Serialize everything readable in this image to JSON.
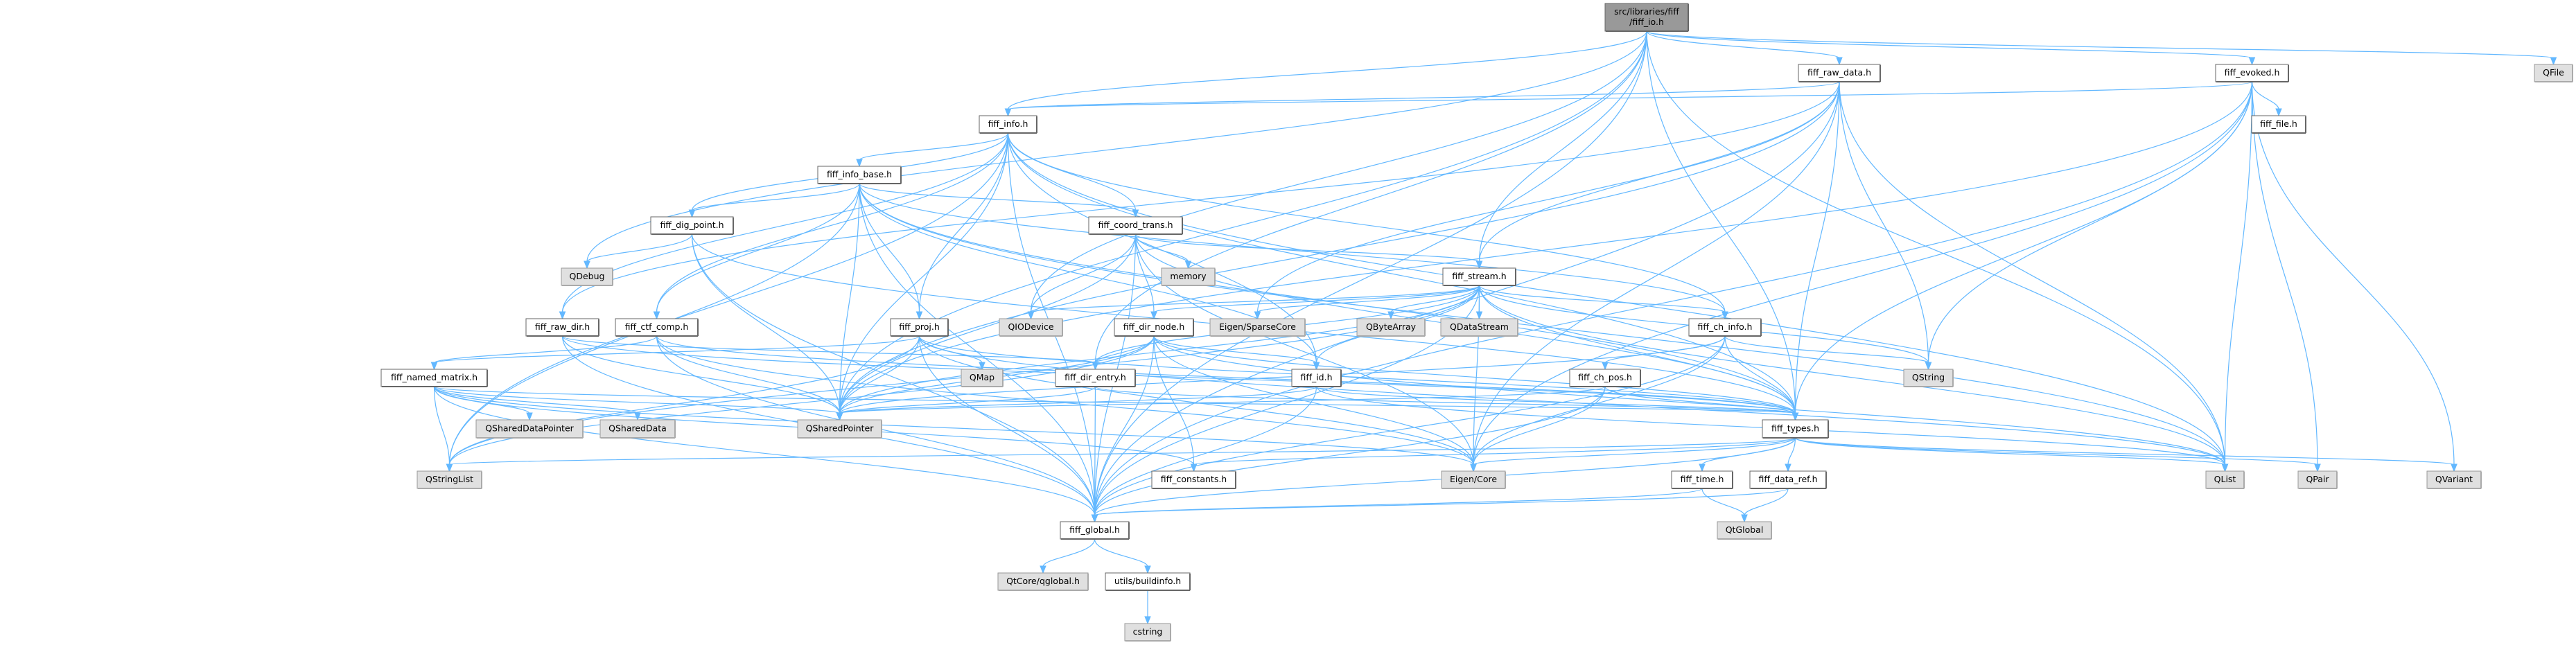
{
  "title": "src/libraries/fiff/fiff_io.h",
  "colors": {
    "edge": "#63b8ff",
    "root_fill": "#999999",
    "local_fill": "#ffffff",
    "system_fill": "#e0e0e0"
  },
  "nodes": [
    {
      "id": "fiff_io",
      "label": "src/libraries/fiff\n/fiff_io.h",
      "kind": "root"
    },
    {
      "id": "fiff_raw_data",
      "label": "fiff_raw_data.h",
      "kind": "local"
    },
    {
      "id": "fiff_evoked",
      "label": "fiff_evoked.h",
      "kind": "local"
    },
    {
      "id": "QFile",
      "label": "QFile",
      "kind": "sys"
    },
    {
      "id": "fiff_info",
      "label": "fiff_info.h",
      "kind": "local"
    },
    {
      "id": "fiff_file",
      "label": "fiff_file.h",
      "kind": "local"
    },
    {
      "id": "fiff_info_base",
      "label": "fiff_info_base.h",
      "kind": "local"
    },
    {
      "id": "fiff_dig_point",
      "label": "fiff_dig_point.h",
      "kind": "local"
    },
    {
      "id": "fiff_coord_trans",
      "label": "fiff_coord_trans.h",
      "kind": "local"
    },
    {
      "id": "QDebug",
      "label": "QDebug",
      "kind": "sys"
    },
    {
      "id": "memory",
      "label": "memory",
      "kind": "sys"
    },
    {
      "id": "fiff_stream",
      "label": "fiff_stream.h",
      "kind": "local"
    },
    {
      "id": "fiff_raw_dir",
      "label": "fiff_raw_dir.h",
      "kind": "local"
    },
    {
      "id": "fiff_ctf_comp",
      "label": "fiff_ctf_comp.h",
      "kind": "local"
    },
    {
      "id": "fiff_proj",
      "label": "fiff_proj.h",
      "kind": "local"
    },
    {
      "id": "QIODevice",
      "label": "QIODevice",
      "kind": "sys"
    },
    {
      "id": "fiff_dir_node",
      "label": "fiff_dir_node.h",
      "kind": "local"
    },
    {
      "id": "Eigen_SparseCore",
      "label": "Eigen/SparseCore",
      "kind": "sys"
    },
    {
      "id": "QByteArray",
      "label": "QByteArray",
      "kind": "sys"
    },
    {
      "id": "QDataStream",
      "label": "QDataStream",
      "kind": "sys"
    },
    {
      "id": "fiff_ch_info",
      "label": "fiff_ch_info.h",
      "kind": "local"
    },
    {
      "id": "fiff_named_matrix",
      "label": "fiff_named_matrix.h",
      "kind": "local"
    },
    {
      "id": "QMap",
      "label": "QMap",
      "kind": "sys"
    },
    {
      "id": "fiff_dir_entry",
      "label": "fiff_dir_entry.h",
      "kind": "local"
    },
    {
      "id": "fiff_id",
      "label": "fiff_id.h",
      "kind": "local"
    },
    {
      "id": "fiff_ch_pos",
      "label": "fiff_ch_pos.h",
      "kind": "local"
    },
    {
      "id": "QString",
      "label": "QString",
      "kind": "sys"
    },
    {
      "id": "QSharedDataPointer",
      "label": "QSharedDataPointer",
      "kind": "sys"
    },
    {
      "id": "QSharedData",
      "label": "QSharedData",
      "kind": "sys"
    },
    {
      "id": "QSharedPointer",
      "label": "QSharedPointer",
      "kind": "sys"
    },
    {
      "id": "fiff_types",
      "label": "fiff_types.h",
      "kind": "local"
    },
    {
      "id": "QStringList",
      "label": "QStringList",
      "kind": "sys"
    },
    {
      "id": "fiff_constants",
      "label": "fiff_constants.h",
      "kind": "local"
    },
    {
      "id": "Eigen_Core",
      "label": "Eigen/Core",
      "kind": "sys"
    },
    {
      "id": "fiff_time",
      "label": "fiff_time.h",
      "kind": "local"
    },
    {
      "id": "fiff_data_ref",
      "label": "fiff_data_ref.h",
      "kind": "local"
    },
    {
      "id": "QList",
      "label": "QList",
      "kind": "sys"
    },
    {
      "id": "QPair",
      "label": "QPair",
      "kind": "sys"
    },
    {
      "id": "QVariant",
      "label": "QVariant",
      "kind": "sys"
    },
    {
      "id": "fiff_global",
      "label": "fiff_global.h",
      "kind": "local"
    },
    {
      "id": "QtGlobal",
      "label": "QtGlobal",
      "kind": "sys"
    },
    {
      "id": "QtCore_qglobal",
      "label": "QtCore/qglobal.h",
      "kind": "sys"
    },
    {
      "id": "utils_buildinfo",
      "label": "utils/buildinfo.h",
      "kind": "local"
    },
    {
      "id": "cstring",
      "label": "cstring",
      "kind": "sys"
    }
  ],
  "edges": [
    [
      "fiff_io",
      "fiff_global"
    ],
    [
      "fiff_io",
      "fiff_info"
    ],
    [
      "fiff_io",
      "fiff_raw_data"
    ],
    [
      "fiff_io",
      "fiff_evoked"
    ],
    [
      "fiff_io",
      "fiff_stream"
    ],
    [
      "fiff_io",
      "QFile"
    ],
    [
      "fiff_io",
      "QList"
    ],
    [
      "fiff_io",
      "QIODevice"
    ],
    [
      "fiff_io",
      "QSharedPointer"
    ],
    [
      "fiff_io",
      "fiff_types"
    ],
    [
      "fiff_io",
      "QDebug"
    ],
    [
      "fiff_io",
      "fiff_dir_entry"
    ],
    [
      "fiff_raw_data",
      "fiff_info"
    ],
    [
      "fiff_raw_data",
      "fiff_types"
    ],
    [
      "fiff_raw_data",
      "fiff_stream"
    ],
    [
      "fiff_raw_data",
      "fiff_global"
    ],
    [
      "fiff_raw_data",
      "QList"
    ],
    [
      "fiff_raw_data",
      "QString"
    ],
    [
      "fiff_raw_data",
      "QSharedPointer"
    ],
    [
      "fiff_raw_data",
      "Eigen_Core"
    ],
    [
      "fiff_raw_data",
      "Eigen_SparseCore"
    ],
    [
      "fiff_raw_data",
      "fiff_raw_dir"
    ],
    [
      "fiff_evoked",
      "fiff_info"
    ],
    [
      "fiff_evoked",
      "fiff_file"
    ],
    [
      "fiff_evoked",
      "fiff_types"
    ],
    [
      "fiff_evoked",
      "fiff_global"
    ],
    [
      "fiff_evoked",
      "QList"
    ],
    [
      "fiff_evoked",
      "QPair"
    ],
    [
      "fiff_evoked",
      "QVariant"
    ],
    [
      "fiff_evoked",
      "QSharedPointer"
    ],
    [
      "fiff_evoked",
      "QString"
    ],
    [
      "fiff_evoked",
      "Eigen_Core"
    ],
    [
      "fiff_info",
      "fiff_info_base"
    ],
    [
      "fiff_info",
      "fiff_coord_trans"
    ],
    [
      "fiff_info",
      "fiff_dig_point"
    ],
    [
      "fiff_info",
      "fiff_proj"
    ],
    [
      "fiff_info",
      "fiff_ctf_comp"
    ],
    [
      "fiff_info",
      "fiff_ch_info"
    ],
    [
      "fiff_info",
      "fiff_types"
    ],
    [
      "fiff_info",
      "fiff_id"
    ],
    [
      "fiff_info",
      "fiff_global"
    ],
    [
      "fiff_info",
      "QList"
    ],
    [
      "fiff_info",
      "QSharedPointer"
    ],
    [
      "fiff_info",
      "QStringList"
    ],
    [
      "fiff_info",
      "fiff_raw_dir"
    ],
    [
      "fiff_info_base",
      "fiff_dig_point"
    ],
    [
      "fiff_info_base",
      "fiff_coord_trans"
    ],
    [
      "fiff_info_base",
      "fiff_proj"
    ],
    [
      "fiff_info_base",
      "fiff_ctf_comp"
    ],
    [
      "fiff_info_base",
      "fiff_ch_info"
    ],
    [
      "fiff_info_base",
      "fiff_id"
    ],
    [
      "fiff_info_base",
      "fiff_types"
    ],
    [
      "fiff_info_base",
      "fiff_global"
    ],
    [
      "fiff_info_base",
      "QSharedPointer"
    ],
    [
      "fiff_info_base",
      "QStringList"
    ],
    [
      "fiff_info_base",
      "QList"
    ],
    [
      "fiff_dig_point",
      "QDebug"
    ],
    [
      "fiff_dig_point",
      "fiff_types"
    ],
    [
      "fiff_dig_point",
      "QSharedPointer"
    ],
    [
      "fiff_dig_point",
      "fiff_global"
    ],
    [
      "fiff_coord_trans",
      "fiff_stream"
    ],
    [
      "fiff_coord_trans",
      "memory"
    ],
    [
      "fiff_coord_trans",
      "fiff_dir_node"
    ],
    [
      "fiff_coord_trans",
      "QIODevice"
    ],
    [
      "fiff_coord_trans",
      "fiff_types"
    ],
    [
      "fiff_coord_trans",
      "fiff_global"
    ],
    [
      "fiff_coord_trans",
      "QSharedPointer"
    ],
    [
      "fiff_coord_trans",
      "Eigen_Core"
    ],
    [
      "fiff_stream",
      "fiff_dir_node"
    ],
    [
      "fiff_stream",
      "fiff_dir_entry"
    ],
    [
      "fiff_stream",
      "fiff_id"
    ],
    [
      "fiff_stream",
      "fiff_types"
    ],
    [
      "fiff_stream",
      "fiff_global"
    ],
    [
      "fiff_stream",
      "QByteArray"
    ],
    [
      "fiff_stream",
      "QDataStream"
    ],
    [
      "fiff_stream",
      "QIODevice"
    ],
    [
      "fiff_stream",
      "Eigen_SparseCore"
    ],
    [
      "fiff_stream",
      "Eigen_Core"
    ],
    [
      "fiff_stream",
      "QSharedPointer"
    ],
    [
      "fiff_stream",
      "QList"
    ],
    [
      "fiff_stream",
      "QString"
    ],
    [
      "fiff_stream",
      "QStringList"
    ],
    [
      "fiff_stream",
      "fiff_ch_info"
    ],
    [
      "fiff_raw_dir",
      "fiff_dir_entry"
    ],
    [
      "fiff_raw_dir",
      "fiff_types"
    ],
    [
      "fiff_raw_dir",
      "fiff_global"
    ],
    [
      "fiff_raw_dir",
      "QSharedPointer"
    ],
    [
      "fiff_ctf_comp",
      "fiff_named_matrix"
    ],
    [
      "fiff_ctf_comp",
      "fiff_types"
    ],
    [
      "fiff_ctf_comp",
      "fiff_global"
    ],
    [
      "fiff_ctf_comp",
      "QSharedPointer"
    ],
    [
      "fiff_ctf_comp",
      "Eigen_Core"
    ],
    [
      "fiff_proj",
      "fiff_named_matrix"
    ],
    [
      "fiff_proj",
      "QMap"
    ],
    [
      "fiff_proj",
      "fiff_types"
    ],
    [
      "fiff_proj",
      "fiff_global"
    ],
    [
      "fiff_proj",
      "QSharedPointer"
    ],
    [
      "fiff_proj",
      "QStringList"
    ],
    [
      "fiff_proj",
      "QList"
    ],
    [
      "fiff_proj",
      "Eigen_Core"
    ],
    [
      "fiff_named_matrix",
      "QSharedDataPointer"
    ],
    [
      "fiff_named_matrix",
      "QSharedData"
    ],
    [
      "fiff_named_matrix",
      "QSharedPointer"
    ],
    [
      "fiff_named_matrix",
      "QStringList"
    ],
    [
      "fiff_named_matrix",
      "fiff_global"
    ],
    [
      "fiff_named_matrix",
      "fiff_types"
    ],
    [
      "fiff_named_matrix",
      "Eigen_Core"
    ],
    [
      "fiff_named_matrix",
      "fiff_constants"
    ],
    [
      "fiff_dir_node",
      "fiff_dir_entry"
    ],
    [
      "fiff_dir_node",
      "fiff_id"
    ],
    [
      "fiff_dir_node",
      "fiff_types"
    ],
    [
      "fiff_dir_node",
      "fiff_global"
    ],
    [
      "fiff_dir_node",
      "fiff_constants"
    ],
    [
      "fiff_dir_node",
      "QSharedPointer"
    ],
    [
      "fiff_dir_node",
      "QList"
    ],
    [
      "fiff_dir_node",
      "Eigen_Core"
    ],
    [
      "fiff_dir_node",
      "QStringList"
    ],
    [
      "fiff_dir_entry",
      "fiff_global"
    ],
    [
      "fiff_dir_entry",
      "fiff_types"
    ],
    [
      "fiff_dir_entry",
      "QSharedPointer"
    ],
    [
      "fiff_id",
      "fiff_types"
    ],
    [
      "fiff_id",
      "fiff_global"
    ],
    [
      "fiff_id",
      "QSharedPointer"
    ],
    [
      "fiff_id",
      "QList"
    ],
    [
      "fiff_ch_info",
      "fiff_ch_pos"
    ],
    [
      "fiff_ch_info",
      "fiff_types"
    ],
    [
      "fiff_ch_info",
      "fiff_global"
    ],
    [
      "fiff_ch_info",
      "QString"
    ],
    [
      "fiff_ch_info",
      "Eigen_Core"
    ],
    [
      "fiff_ch_info",
      "QSharedPointer"
    ],
    [
      "fiff_ch_pos",
      "fiff_types"
    ],
    [
      "fiff_ch_pos",
      "fiff_global"
    ],
    [
      "fiff_ch_pos",
      "Eigen_Core"
    ],
    [
      "fiff_ch_pos",
      "QSharedPointer"
    ],
    [
      "fiff_types",
      "fiff_global"
    ],
    [
      "fiff_types",
      "fiff_constants"
    ],
    [
      "fiff_types",
      "fiff_time"
    ],
    [
      "fiff_types",
      "fiff_data_ref"
    ],
    [
      "fiff_types",
      "QList"
    ],
    [
      "fiff_types",
      "QPair"
    ],
    [
      "fiff_types",
      "QVariant"
    ],
    [
      "fiff_types",
      "QStringList"
    ],
    [
      "fiff_types",
      "Eigen_Core"
    ],
    [
      "fiff_time",
      "fiff_global"
    ],
    [
      "fiff_time",
      "QtGlobal"
    ],
    [
      "fiff_data_ref",
      "QtGlobal"
    ],
    [
      "fiff_data_ref",
      "fiff_global"
    ],
    [
      "fiff_global",
      "QtCore_qglobal"
    ],
    [
      "fiff_global",
      "utils_buildinfo"
    ],
    [
      "utils_buildinfo",
      "cstring"
    ]
  ]
}
